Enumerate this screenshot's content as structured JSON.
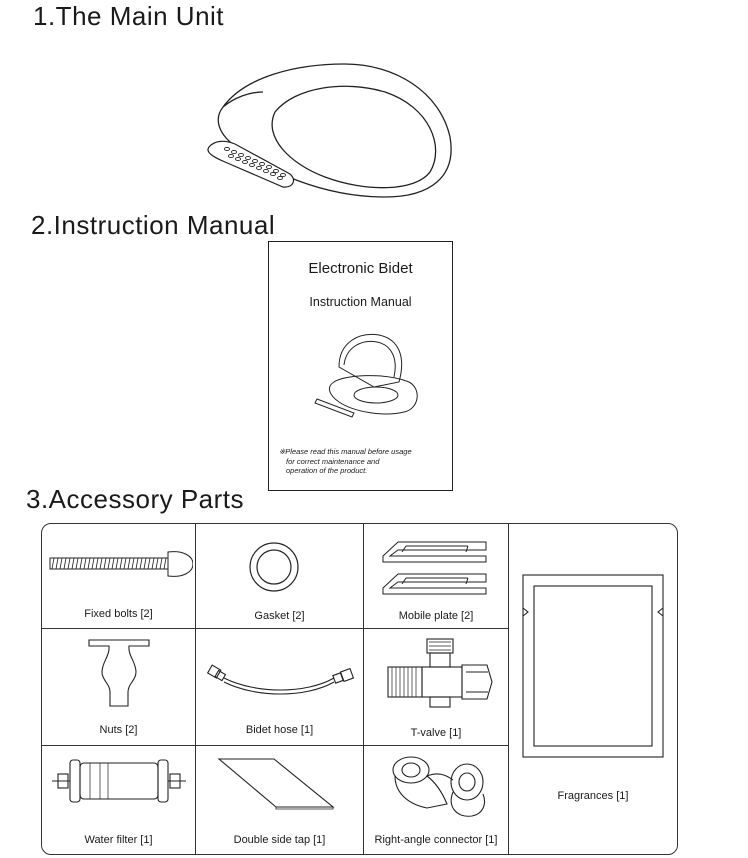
{
  "sections": {
    "main_unit": "1.The Main Unit",
    "manual": "2.Instruction Manual",
    "accessories": "3.Accessory Parts"
  },
  "manual_cover": {
    "title": "Electronic Bidet",
    "subtitle": "Instruction Manual",
    "note": [
      "※Please read this manual before  usage",
      "for correct maintenance and",
      "operation of the product."
    ]
  },
  "parts": {
    "fixed_bolts": "Fixed bolts [2]",
    "gasket": "Gasket [2]",
    "mobile_plate": "Mobile plate [2]",
    "nuts": "Nuts [2]",
    "bidet_hose": "Bidet hose [1]",
    "t_valve": "T-valve [1]",
    "water_filter": "Water filter [1]",
    "double_side_tap": "Double side tap [1]",
    "right_angle_connector": "Right-angle connector [1]",
    "fragrances": "Fragrances [1]"
  }
}
